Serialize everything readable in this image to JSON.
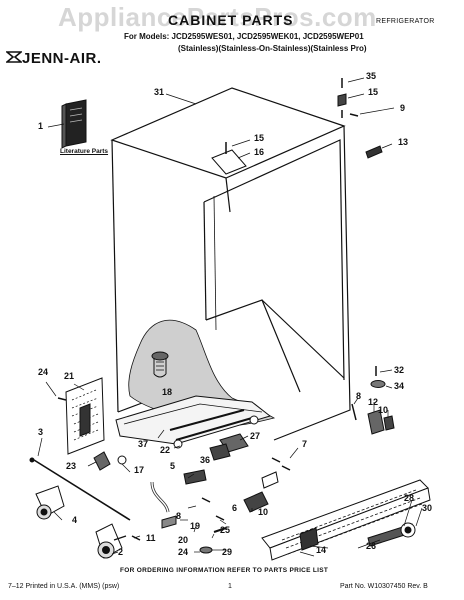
{
  "header": {
    "watermark": "AppliancePartsPros.com",
    "title": "CABINET PARTS",
    "appliance_type": "REFRIGERATOR",
    "models": "For Models: JCD2595WES01, JCD2595WEK01, JCD2595WEP01",
    "variants": "(Stainless)(Stainless-On-Stainless)(Stainless Pro)",
    "brand": "JENN-AIR."
  },
  "literature_label": "Literature Parts",
  "part_callouts": [
    "1",
    "2",
    "3",
    "4",
    "5",
    "6",
    "7",
    "8",
    "9",
    "10",
    "11",
    "12",
    "13",
    "14",
    "15",
    "16",
    "17",
    "18",
    "19",
    "20",
    "21",
    "22",
    "23",
    "24",
    "25",
    "26",
    "27",
    "28",
    "29",
    "30",
    "31",
    "32",
    "34",
    "35",
    "36",
    "37"
  ],
  "footer": {
    "ordering_info": "FOR ORDERING INFORMATION REFER TO PARTS PRICE LIST",
    "print_info": "7–12 Printed in U.S.A. (MMS) (psw)",
    "page_number": "1",
    "part_number": "Part No. W10307450 Rev. B"
  }
}
